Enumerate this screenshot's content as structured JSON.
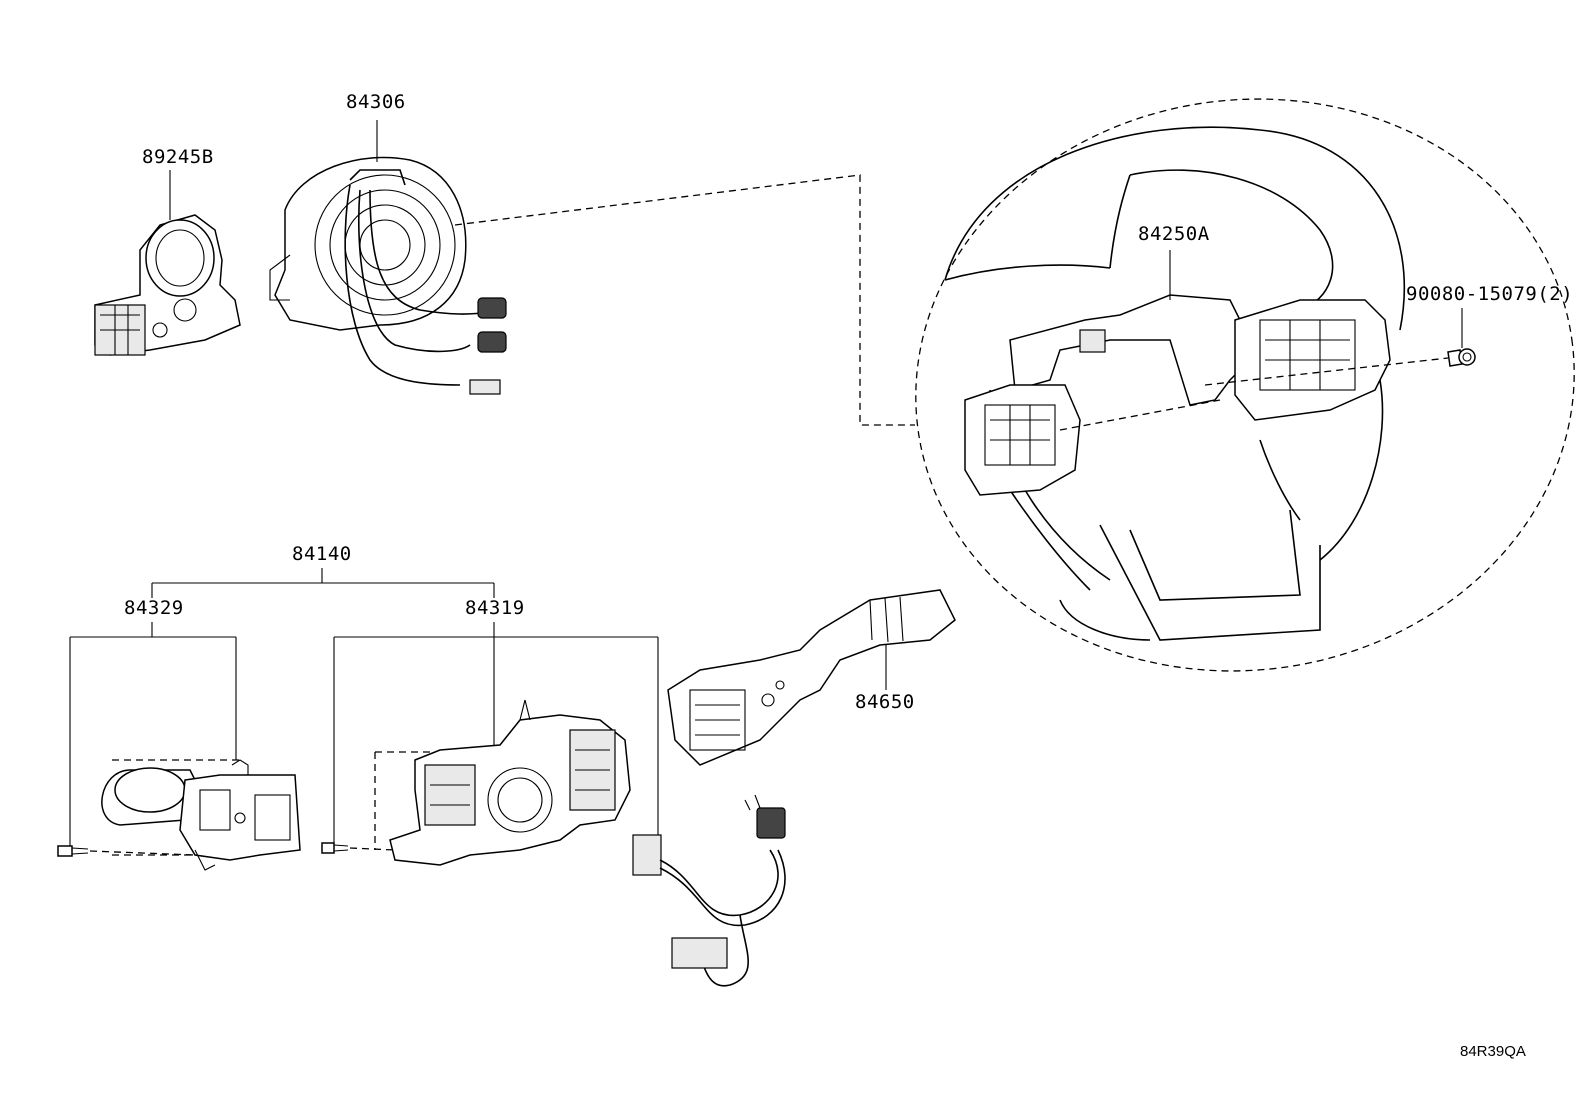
{
  "diagram": {
    "callouts": {
      "sensor": "89245B",
      "spiral_cable": "84306",
      "steering_switch": "84250A",
      "screw": "90080-15079(2)",
      "combination_switch": "84140",
      "left_switch": "84329",
      "right_switch": "84319",
      "wiper_switch": "84650"
    },
    "drawing_code": "84R39QA"
  }
}
